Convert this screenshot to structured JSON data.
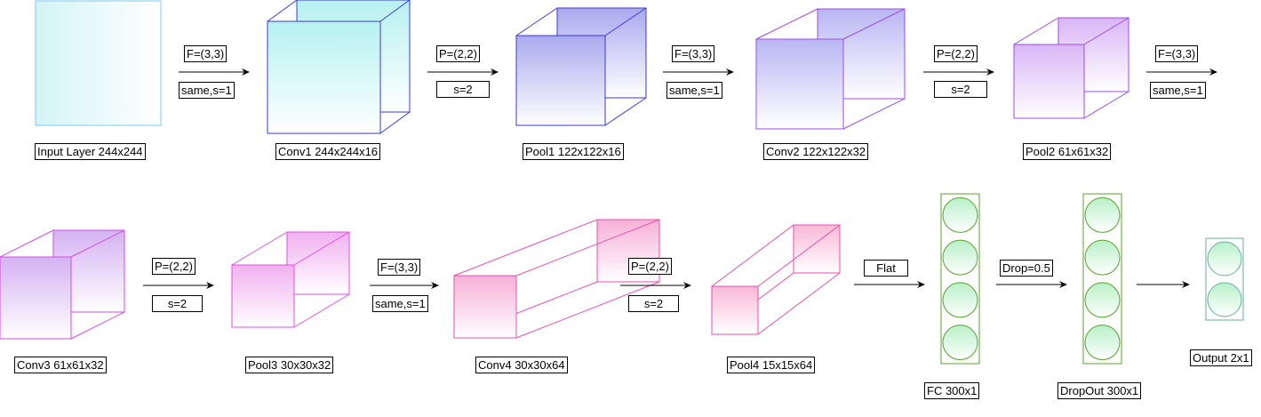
{
  "layers": [
    {
      "id": "input",
      "label": "Input Layer 244x244",
      "color": "#7ec8f0",
      "fill": "#d4f4f6"
    },
    {
      "id": "conv1",
      "label": "Conv1 244x244x16",
      "color": "#3a3ad8",
      "fill": "#b6f1f1"
    },
    {
      "id": "pool1",
      "label": "Pool1 122x122x16",
      "color": "#3a3ad8",
      "fill": "#a9a9ef"
    },
    {
      "id": "conv2",
      "label": "Conv2 122x122x32",
      "color": "#9b4cf0",
      "fill": "#b9b6f4"
    },
    {
      "id": "pool2",
      "label": "Pool2 61x61x32",
      "color": "#9b4cf0",
      "fill": "#d9b6f6"
    },
    {
      "id": "conv3",
      "label": "Conv3 61x61x32",
      "color": "#d04ce6",
      "fill": "#d4b2f2"
    },
    {
      "id": "pool3",
      "label": "Pool3 30x30x32",
      "color": "#e050e6",
      "fill": "#f1b0f0"
    },
    {
      "id": "conv4",
      "label": "Conv4 30x30x64",
      "color": "#ee4fae",
      "fill": "#f6b0d8"
    },
    {
      "id": "pool4",
      "label": "Pool4 15x15x64",
      "color": "#ee4fae",
      "fill": "#f8b8d6"
    },
    {
      "id": "fc",
      "label": "FC 300x1",
      "color": "#5aa02c",
      "fill": "#b8f0c8"
    },
    {
      "id": "dropout",
      "label": "DropOut 300x1",
      "color": "#5aa02c",
      "fill": "#b8f0c8"
    },
    {
      "id": "output",
      "label": "Output 2x1",
      "color": "#67ab9f",
      "fill": "#b8f0c8"
    }
  ],
  "ops": [
    {
      "top": "F=(3,3)",
      "bottom": "same,s=1"
    },
    {
      "top": "P=(2,2)",
      "bottom": "s=2"
    },
    {
      "top": "F=(3,3)",
      "bottom": "same,s=1"
    },
    {
      "top": "P=(2,2)",
      "bottom": "s=2"
    },
    {
      "top": "F=(3,3)",
      "bottom": "same,s=1"
    },
    {
      "top": "P=(2,2)",
      "bottom": "s=2"
    },
    {
      "top": "F=(3,3)",
      "bottom": "same,s=1"
    },
    {
      "top": "P=(2,2)",
      "bottom": "s=2"
    },
    {
      "top": "Flat",
      "bottom": ""
    },
    {
      "top": "Drop=0.5",
      "bottom": ""
    }
  ]
}
